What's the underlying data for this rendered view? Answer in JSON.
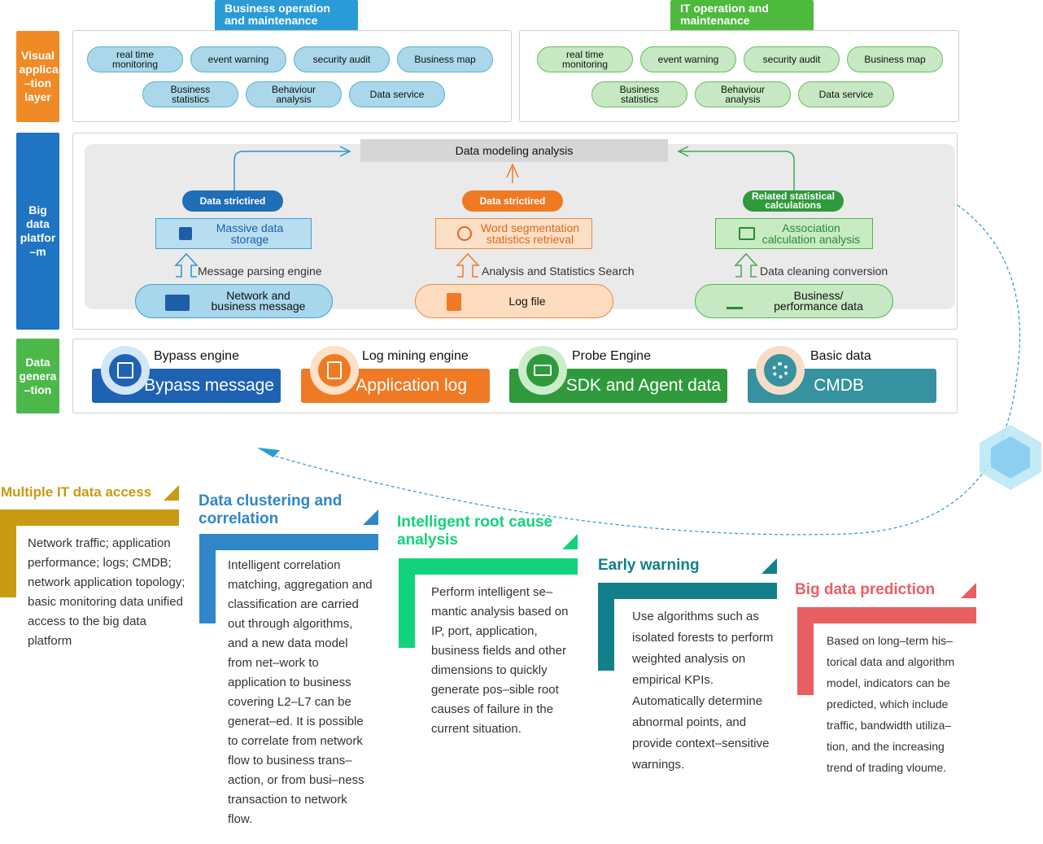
{
  "top_tabs": {
    "business": "Business operation and maintenance",
    "it": "IT operation and maintenance"
  },
  "layers": {
    "visual": "Visual applica –tion layer",
    "big_data": "Big data platfor –m",
    "data_gen": "Data genera –tion"
  },
  "visual_pills": [
    "real time monitoring",
    "event warning",
    "security audit",
    "Business map",
    "Business statistics",
    "Behaviour analysis",
    "Data service"
  ],
  "platform": {
    "modeling": "Data modeling analysis",
    "columns": [
      {
        "tag": "Data strictired",
        "storage": "Massive data storage",
        "engine": "Message parsing engine",
        "source": "Network and business message"
      },
      {
        "tag": "Data strictired",
        "storage": "Word segmentation statistics retrieval",
        "engine": "Analysis and Statistics Search",
        "source": "Log file"
      },
      {
        "tag": "Related statistical calculations",
        "storage": "Association calculation analysis",
        "engine": "Data cleaning conversion",
        "source": "Business/ performance data"
      }
    ]
  },
  "generation": [
    {
      "engine": "Bypass engine",
      "label": "Bypass message",
      "icon": "calendar-icon"
    },
    {
      "engine": "Log mining engine",
      "label": "Application log",
      "icon": "terminal-icon"
    },
    {
      "engine": "Probe Engine",
      "label": "SDK and Agent data",
      "icon": "probe-icon"
    },
    {
      "engine": "Basic data",
      "label": "CMDB",
      "icon": "gear-icon"
    }
  ],
  "sections": [
    {
      "title": "Multiple IT data access",
      "text": "Network traffic; application performance; logs; CMDB; network application topology; basic monitoring data unified access to the big data platform",
      "color": "#c99a13"
    },
    {
      "title": "Data clustering and correlation",
      "text": "Intelligent correlation matching, aggregation and classification are carried out through algorithms, and a new data model from net–work to application to business covering L2–L7 can be generat–ed. It is possible to correlate from network flow to business trans–action, or from busi–ness transaction to network flow.",
      "color": "#2f86c9"
    },
    {
      "title": "Intelligent root cause analysis",
      "text": "Perform intelligent se–mantic analysis based on IP, port, application, business fields and other dimensions to quickly generate pos–sible root causes of failure in the current situation.",
      "color": "#12d37c"
    },
    {
      "title": "Early warning",
      "text": "Use algorithms such as isolated forests to perform weighted analysis on empirical KPIs. Automatically determine abnormal points, and provide context–sensitive warnings.",
      "color": "#127f8a"
    },
    {
      "title": "Big data prediction",
      "text": "Based on long–term his–torical data and algorithm model, indicators can be predicted, which include traffic, bandwidth utiliza–tion, and the increasing trend of trading vloume.",
      "color": "#e85f62"
    }
  ]
}
